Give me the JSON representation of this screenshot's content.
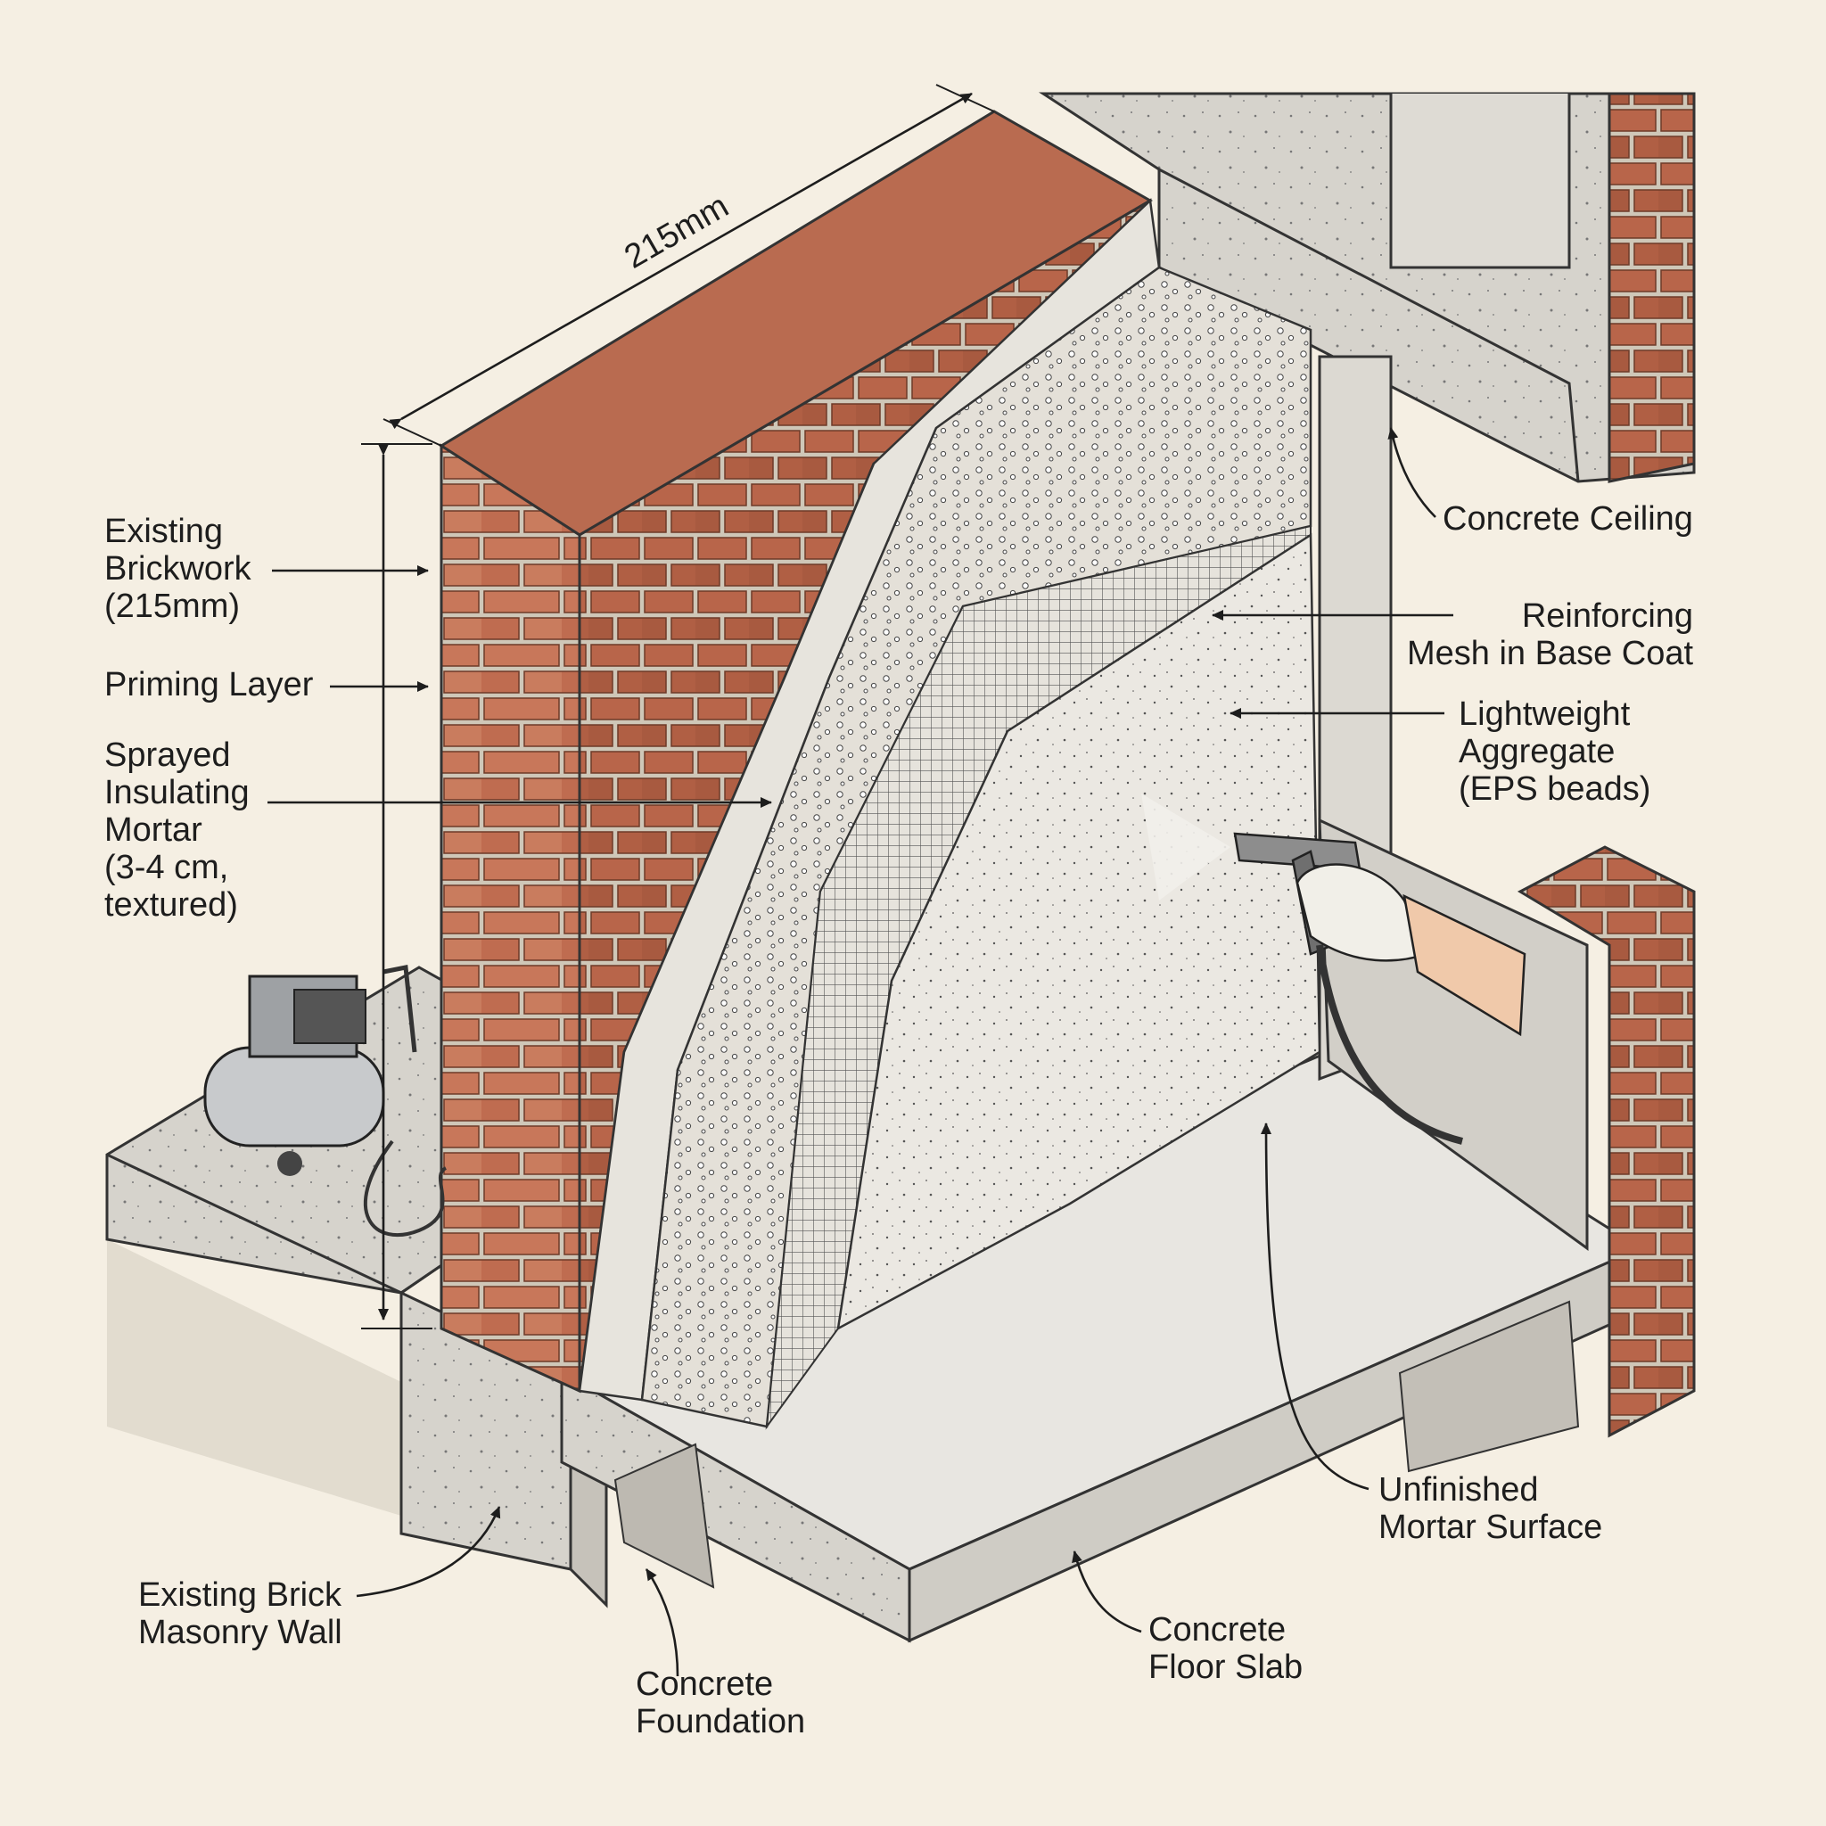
{
  "dimension": {
    "text": "215mm"
  },
  "labels": {
    "existing_brickwork": [
      "Existing",
      "Brickwork",
      "(215mm)"
    ],
    "priming_layer": [
      "Priming Layer"
    ],
    "sprayed_mortar": [
      "Sprayed",
      "Insulating",
      "Mortar",
      "(3-4 cm,",
      "textured)"
    ],
    "concrete_ceiling": [
      "Concrete Ceiling"
    ],
    "reinforcing_mesh": [
      "Reinforcing",
      "Mesh in Base Coat"
    ],
    "lightweight_aggregate": [
      "Lightweight",
      "Aggregate",
      "(EPS beads)"
    ],
    "unfinished_surface": [
      "Unfinished",
      "Mortar Surface"
    ],
    "brick_masonry_wall": [
      "Existing Brick",
      "Masonry Wall"
    ],
    "concrete_foundation": [
      "Concrete",
      "Foundation"
    ],
    "concrete_floor_slab": [
      "Concrete",
      "Floor Slab"
    ]
  },
  "colors": {
    "background": "#f5efe3",
    "brick": "#c8775a",
    "brick_dark": "#a85a40",
    "mortar_joint": "#cfc7b8",
    "concrete": "#d6d3cc",
    "concrete_dark": "#b9b5ad",
    "insulation": "#e9e6df",
    "ink": "#1d1d1d"
  }
}
